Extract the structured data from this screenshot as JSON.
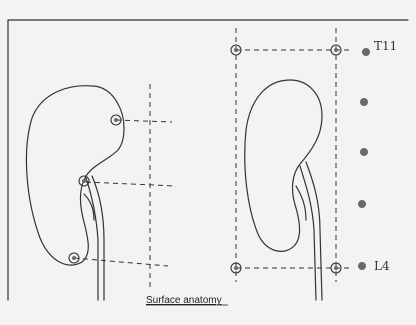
{
  "caption": "Surface anatomy",
  "labels": {
    "top_marker": "T11",
    "bottom_marker": "L4"
  }
}
